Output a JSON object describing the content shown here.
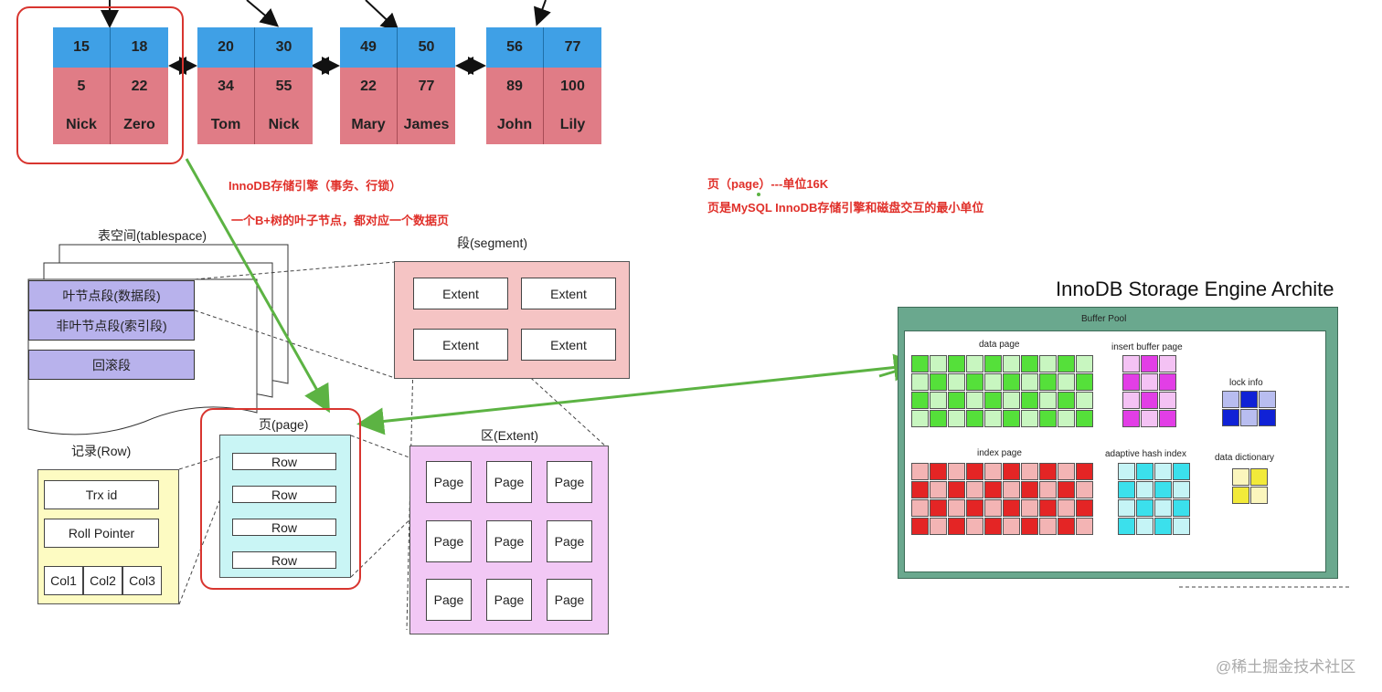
{
  "bplus_tree": {
    "nodes": [
      {
        "keys": [
          "15",
          "18"
        ],
        "ids": [
          "5",
          "22"
        ],
        "names": [
          "Nick",
          "Zero"
        ]
      },
      {
        "keys": [
          "20",
          "30"
        ],
        "ids": [
          "34",
          "55"
        ],
        "names": [
          "Tom",
          "Nick"
        ]
      },
      {
        "keys": [
          "49",
          "50"
        ],
        "ids": [
          "22",
          "77"
        ],
        "names": [
          "Mary",
          "James"
        ]
      },
      {
        "keys": [
          "56",
          "77"
        ],
        "ids": [
          "89",
          "100"
        ],
        "names": [
          "John",
          "Lily"
        ]
      }
    ]
  },
  "notes": {
    "innodb": "InnoDB存储引擎（事务、行锁）",
    "leaf": "一个B+树的叶子节点，都对应一个数据页",
    "page_size": "页（page）---单位16K",
    "page_def": "页是MySQL InnoDB存储引擎和磁盘交互的最小单位"
  },
  "tablespace": {
    "title": "表空间(tablespace)",
    "segments": [
      "叶节点段(数据段)",
      "非叶节点段(索引段)",
      "回滚段"
    ]
  },
  "segment": {
    "title": "段(segment)",
    "extents": [
      "Extent",
      "Extent",
      "Extent",
      "Extent"
    ]
  },
  "page": {
    "title": "页(page)",
    "rows": [
      "Row",
      "Row",
      "Row",
      "Row"
    ]
  },
  "row": {
    "title": "记录(Row)",
    "trx": "Trx id",
    "roll": "Roll Pointer",
    "cols": [
      "Col1",
      "Col2",
      "Col3"
    ]
  },
  "extent": {
    "title": "区(Extent)",
    "pages": [
      "Page",
      "Page",
      "Page",
      "Page",
      "Page",
      "Page",
      "Page",
      "Page",
      "Page"
    ]
  },
  "innodb_arch": {
    "title": "InnoDB Storage Engine Archite",
    "buffer_pool": "Buffer Pool",
    "data_page": "data page",
    "insert_buffer": "insert buffer page",
    "lock_info": "lock info",
    "index_page": "index page",
    "adaptive_hash": "adaptive hash index",
    "data_dictionary": "data dictionary"
  },
  "colors": {
    "leaf_key": "#3fa0e6",
    "leaf_row": "#e07c86",
    "highlight": "#d8352f",
    "arrow": "#5cb343"
  },
  "watermark": "@稀土掘金技术社区"
}
